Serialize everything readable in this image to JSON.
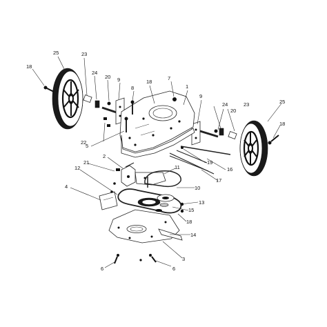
{
  "callouts": [
    {
      "id": "c1",
      "text": "1"
    },
    {
      "id": "c2",
      "text": "2"
    },
    {
      "id": "c3",
      "text": "3"
    },
    {
      "id": "c4",
      "text": "4"
    },
    {
      "id": "c5",
      "text": "5"
    },
    {
      "id": "c6a",
      "text": "6"
    },
    {
      "id": "c6b",
      "text": "6"
    },
    {
      "id": "c7",
      "text": "7"
    },
    {
      "id": "c8",
      "text": "8"
    },
    {
      "id": "c9a",
      "text": "9"
    },
    {
      "id": "c9b",
      "text": "9"
    },
    {
      "id": "c10",
      "text": "10"
    },
    {
      "id": "c11",
      "text": "11"
    },
    {
      "id": "c12",
      "text": "12"
    },
    {
      "id": "c13",
      "text": "13"
    },
    {
      "id": "c14",
      "text": "14"
    },
    {
      "id": "c15",
      "text": "15"
    },
    {
      "id": "c16",
      "text": "16"
    },
    {
      "id": "c17",
      "text": "17"
    },
    {
      "id": "c18a",
      "text": "18"
    },
    {
      "id": "c18b",
      "text": "18"
    },
    {
      "id": "c18c",
      "text": "18"
    },
    {
      "id": "c18d",
      "text": "18"
    },
    {
      "id": "c19",
      "text": "19"
    },
    {
      "id": "c20a",
      "text": "20"
    },
    {
      "id": "c20b",
      "text": "20"
    },
    {
      "id": "c21",
      "text": "21"
    },
    {
      "id": "c22",
      "text": "22"
    },
    {
      "id": "c23a",
      "text": "23"
    },
    {
      "id": "c23b",
      "text": "23"
    },
    {
      "id": "c24a",
      "text": "24"
    },
    {
      "id": "c24b",
      "text": "24"
    },
    {
      "id": "c25a",
      "text": "25"
    },
    {
      "id": "c25b",
      "text": "25"
    }
  ]
}
